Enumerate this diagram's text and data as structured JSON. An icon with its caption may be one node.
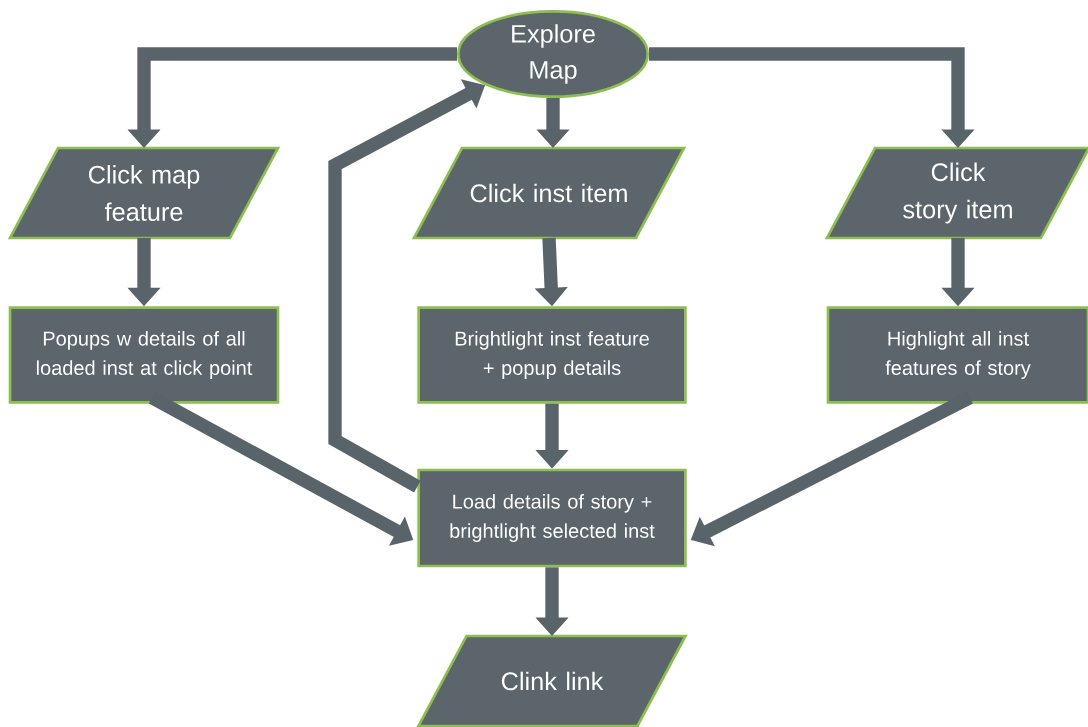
{
  "diagram": {
    "nodes": [
      {
        "text": [
          "Explore Map"
        ]
      },
      {
        "text": [
          "Click map feature"
        ]
      },
      {
        "text": [
          "Click inst item"
        ]
      },
      {
        "text": [
          "Click story item"
        ]
      },
      {
        "text": [
          "Popups w details of all loaded inst at click point"
        ]
      },
      {
        "text": [
          "Brightlight inst feature + popup details"
        ]
      },
      {
        "text": [
          "Highlight all inst features of story"
        ]
      },
      {
        "text": [
          "Load details of story + brightlight selected inst"
        ]
      },
      {
        "text": [
          "Clink link"
        ]
      }
    ],
    "edges": [
      {
        "from": 0,
        "to": 1,
        "arrow": "to"
      },
      {
        "from": 0,
        "to": 2,
        "arrow": "to"
      },
      {
        "from": 0,
        "to": 3,
        "arrow": "to"
      },
      {
        "from": 1,
        "to": 4,
        "arrow": "to"
      },
      {
        "from": 2,
        "to": 5,
        "arrow": "to"
      },
      {
        "from": 3,
        "to": 6,
        "arrow": "to"
      },
      {
        "from": 4,
        "to": 7,
        "arrow": "to"
      },
      {
        "from": 5,
        "to": 7,
        "arrow": "to"
      },
      {
        "from": 6,
        "to": 7,
        "arrow": "to"
      },
      {
        "from": 7,
        "to": 0,
        "arrow": "to"
      },
      {
        "from": 7,
        "to": 8,
        "arrow": "to"
      }
    ]
  }
}
